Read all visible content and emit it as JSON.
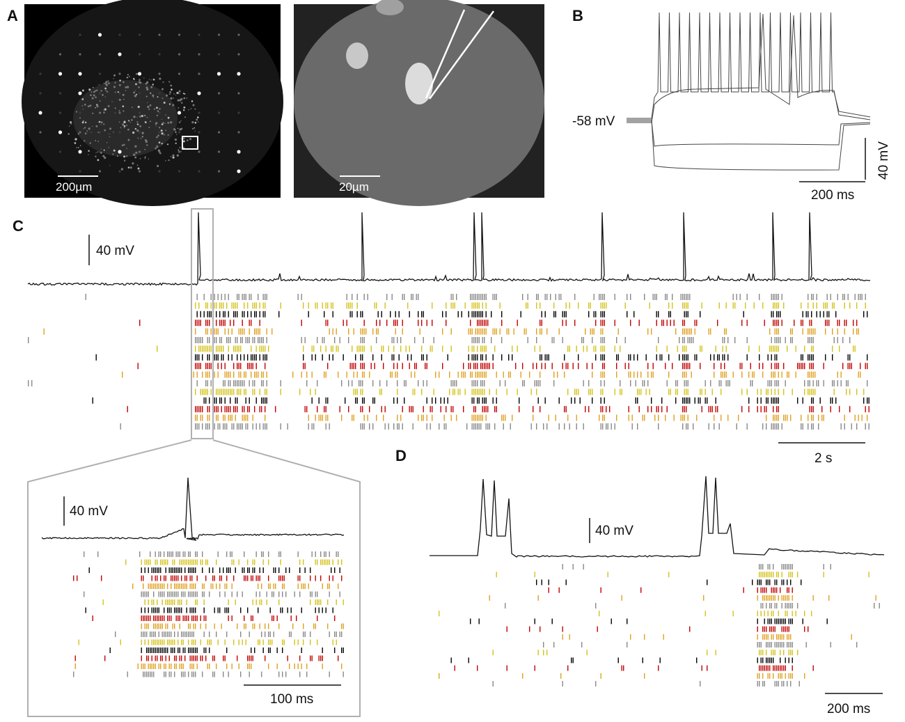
{
  "panels": {
    "A": {
      "letter": "A",
      "left_scale_label": "200µm",
      "right_scale_label": "20µm"
    },
    "B": {
      "letter": "B",
      "rest_label": "-58 mV",
      "v_scale_label": "40 mV",
      "t_scale_label": "200 ms"
    },
    "C": {
      "letter": "C",
      "v_scale_label": "40 mV",
      "t_scale_label": "2 s",
      "inset_v_scale_label": "40 mV",
      "inset_t_scale_label": "100 ms"
    },
    "D": {
      "letter": "D",
      "v_scale_label": "40 mV",
      "t_scale_label": "200 ms"
    }
  },
  "raster_colors": [
    "#888888",
    "#d4c21a",
    "#000000",
    "#c00000",
    "#e0a020"
  ],
  "colors": {
    "trace": "#111111",
    "inset_frame": "#b0b0b0",
    "image_bg": "#1a1a1a"
  }
}
